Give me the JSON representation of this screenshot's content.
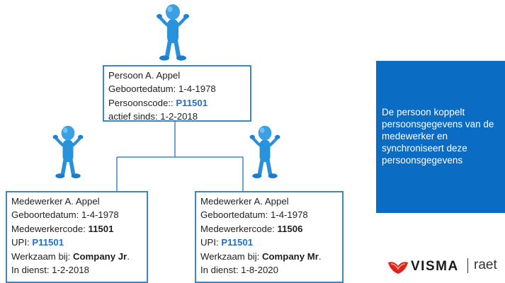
{
  "person": {
    "name_label": "Persoon A. Appel",
    "birth_label": "Geboortedatum: 1-4-1978",
    "code_label": "Persoonscode:: ",
    "code_value": "P11501",
    "since_label": "actief sinds: 1-2-2018"
  },
  "employees": [
    {
      "name_label": "Medewerker A. Appel",
      "birth_label": "Geboortedatum: 1-4-1978",
      "code_label": "Medewerkercode: ",
      "code_value": "11501",
      "upi_label": "UPI: ",
      "upi_value": "P11501",
      "work_label": "Werkzaam bij: ",
      "work_company": "Company Jr",
      "work_suffix": ".",
      "service_label": "In dienst: 1-2-2018"
    },
    {
      "name_label": "Medewerker A. Appel",
      "birth_label": "Geboortedatum: 1-4-1978",
      "code_label": "Medewerkercode: ",
      "code_value": "11506",
      "upi_label": "UPI: ",
      "upi_value": "P11501",
      "work_label": "Werkzaam bij: ",
      "work_company": "Company Mr",
      "work_suffix": ".",
      "service_label": "In dienst: 1-8-2020"
    }
  ],
  "callout": {
    "text": "De persoon koppelt persoonsgegevens van de medewerker en synchroniseert deze persoonsgegevens"
  },
  "logo": {
    "brand": "VISMA",
    "product": "raet"
  },
  "colors": {
    "box_border": "#3d86c6",
    "highlight_text": "#1f6fc8",
    "callout_bg": "#0b6cc4",
    "figure_fill": "#1e8ad8",
    "logo_red": "#e2231a"
  },
  "icons": [
    "stick-figure-icon",
    "visma-logo-icon"
  ]
}
